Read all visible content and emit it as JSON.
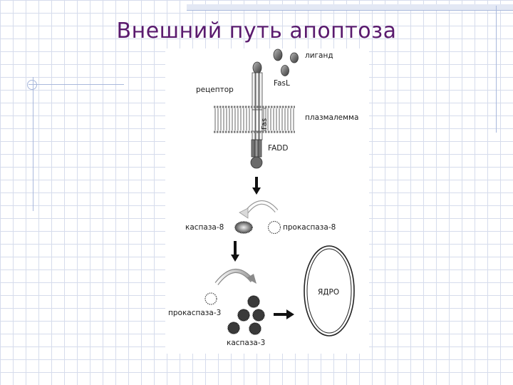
{
  "slide": {
    "title": "Внешний путь апоптоза"
  },
  "diagram": {
    "labels": {
      "ligand": "лиганд",
      "receptor": "рецептор",
      "fasl": "FasL",
      "plasmalemma": "плазмалемма",
      "fas": "Fas",
      "fadd": "FADD",
      "caspase8": "каспаза-8",
      "procaspase8": "прокаспаза-8",
      "procaspase3": "прокаспаза-3",
      "caspase3": "каспаза-3",
      "nucleus": "ЯДРО"
    }
  },
  "colors": {
    "title": "#5a1a6e",
    "grid": "#d6dcec",
    "accent_lines": "#a9b8dc",
    "dark_molecule": "#3a3a3a"
  }
}
